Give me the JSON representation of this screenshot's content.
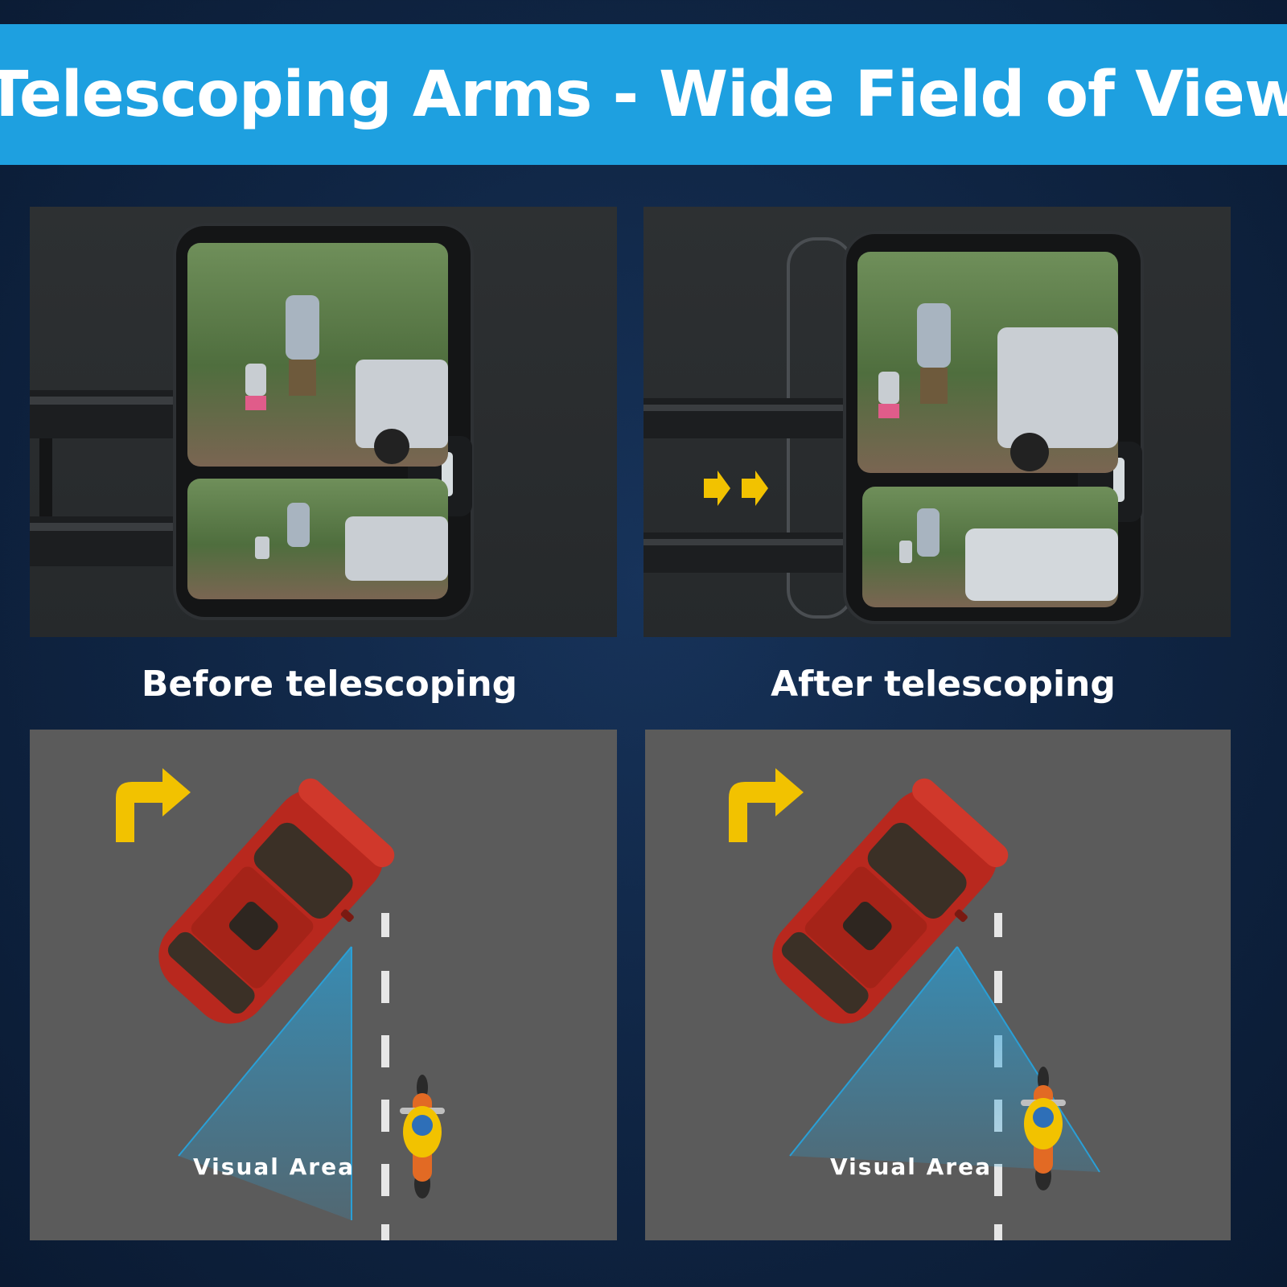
{
  "header": {
    "title": "Telescoping Arms - Wide Field of View"
  },
  "panels": {
    "before": {
      "caption": "Before telescoping",
      "visual_area_label": "Visual Area"
    },
    "after": {
      "caption": "After telescoping",
      "visual_area_label": "Visual Area"
    }
  },
  "colors": {
    "banner": "#1ea0e0",
    "background": "#0f2442",
    "accent_arrow": "#f2c200",
    "car": "#b8281e",
    "visual_area": "#2a9fd6"
  },
  "icons": [
    "turn-arrow-icon",
    "telescope-direction-arrow-icon",
    "car-icon",
    "motorcycle-icon",
    "mirror-icon"
  ]
}
